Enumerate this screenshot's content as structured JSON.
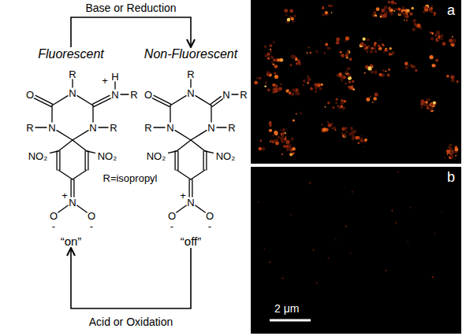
{
  "diagram": {
    "nodes": [
      {
        "text": [
          "Fluorescent",
          "“on”"
        ]
      },
      {
        "text": [
          "Non-Fluorescent",
          "“off”"
        ]
      },
      {
        "text": [
          "a"
        ]
      },
      {
        "text": [
          "b",
          "2 μm"
        ]
      }
    ],
    "edges": [
      {
        "from": 0,
        "to": 1,
        "label": "Base or Reduction",
        "arrow": "to"
      },
      {
        "from": 1,
        "to": 0,
        "label": "Acid or Oxidation",
        "arrow": "to"
      }
    ],
    "labels": [
      "R",
      "O",
      "N",
      "+",
      "H",
      "N",
      "R",
      "R",
      "N",
      "N",
      "R",
      "NO₂",
      "NO₂",
      "+",
      "N",
      "O",
      "-",
      "O",
      "-",
      "R",
      "O",
      "N",
      "N",
      "R",
      "R",
      "N",
      "N",
      "R",
      "NO₂",
      "NO₂",
      "+",
      "N",
      "O",
      "-",
      "O",
      "-",
      "R=isopropyl"
    ]
  }
}
